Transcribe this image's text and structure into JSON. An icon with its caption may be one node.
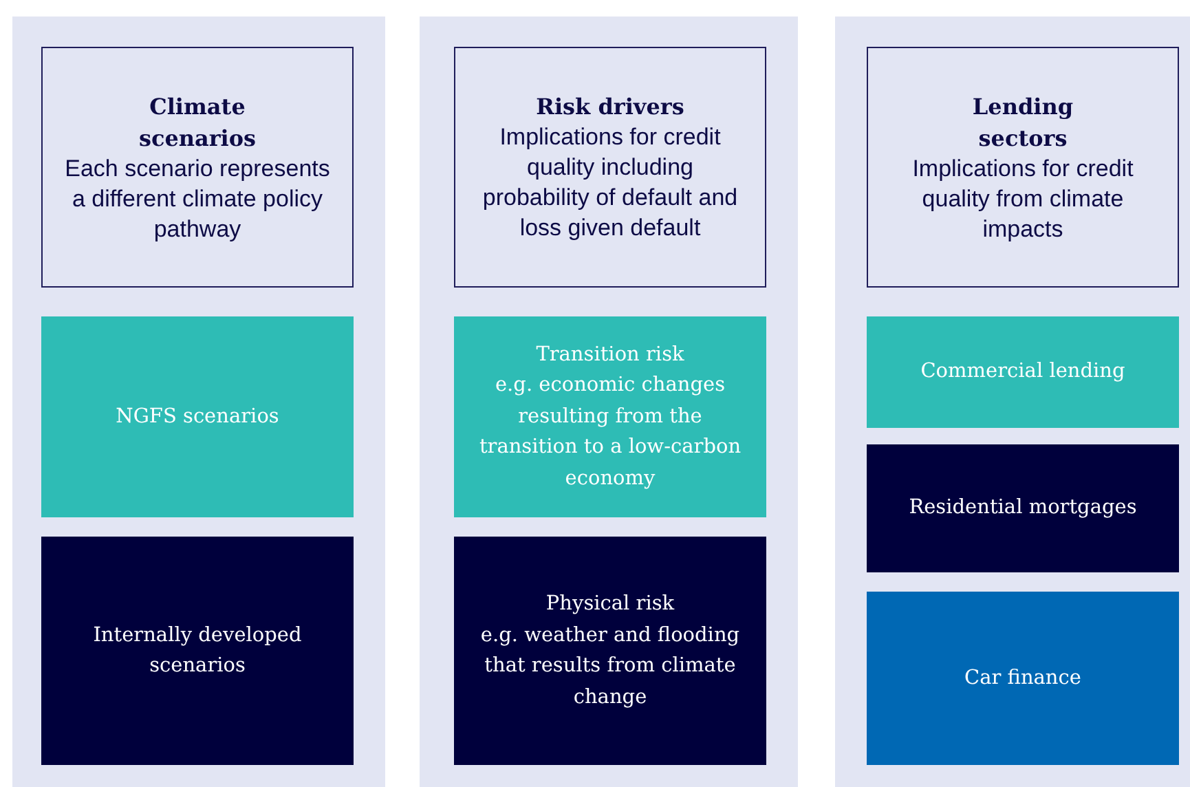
{
  "diagram": {
    "nodes": [
      {
        "text": [],
        "shape": "box"
      },
      {
        "text": [
          "Climate scenarios",
          "Each scenario represents a different climate policy pathway"
        ],
        "in": 0
      },
      {
        "text": [
          "NGFS scenarios"
        ],
        "in": 0
      },
      {
        "text": [
          "Internally developed scenarios"
        ],
        "in": 0
      },
      {
        "text": [],
        "shape": "box"
      },
      {
        "text": [
          "Risk drivers",
          "Implications for credit quality including probability of default and loss given default"
        ],
        "in": 4
      },
      {
        "text": [
          "Transition risk",
          "e.g. economic changes resulting from the transition to a low-carbon economy"
        ],
        "in": 4
      },
      {
        "text": [
          "Physical risk",
          "e.g. weather and flooding that results from climate change"
        ],
        "in": 4
      },
      {
        "text": [],
        "shape": "box"
      },
      {
        "text": [
          "Lending sectors",
          "Implications for credit quality from climate impacts"
        ],
        "in": 8
      },
      {
        "text": [
          "Commercial lending"
        ],
        "in": 8
      },
      {
        "text": [
          "Residential mortgages"
        ],
        "in": 8
      },
      {
        "text": [
          "Car finance"
        ],
        "in": 8
      }
    ]
  }
}
